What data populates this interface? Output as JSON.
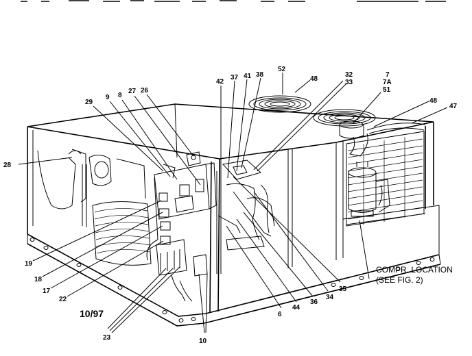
{
  "diagram": {
    "date_code": "10/97",
    "note_line1": "COMPR. LOCATION",
    "note_line2": "(SEE FIG. 2)"
  },
  "parts": [
    {
      "id": "p52",
      "label": "52"
    },
    {
      "id": "p48a",
      "label": "48"
    },
    {
      "id": "p32",
      "label": "32"
    },
    {
      "id": "p33",
      "label": "33"
    },
    {
      "id": "p7",
      "label": "7"
    },
    {
      "id": "p7a",
      "label": "7A"
    },
    {
      "id": "p51",
      "label": "51"
    },
    {
      "id": "p48b",
      "label": "48"
    },
    {
      "id": "p47",
      "label": "47"
    },
    {
      "id": "p42",
      "label": "42"
    },
    {
      "id": "p37",
      "label": "37"
    },
    {
      "id": "p41",
      "label": "41"
    },
    {
      "id": "p38",
      "label": "38"
    },
    {
      "id": "p29",
      "label": "29"
    },
    {
      "id": "p9",
      "label": "9"
    },
    {
      "id": "p8",
      "label": "8"
    },
    {
      "id": "p27",
      "label": "27"
    },
    {
      "id": "p26",
      "label": "26"
    },
    {
      "id": "p28",
      "label": "28"
    },
    {
      "id": "p19",
      "label": "19"
    },
    {
      "id": "p18",
      "label": "18"
    },
    {
      "id": "p17",
      "label": "17"
    },
    {
      "id": "p22",
      "label": "22"
    },
    {
      "id": "p23",
      "label": "23"
    },
    {
      "id": "p10",
      "label": "10"
    },
    {
      "id": "p6",
      "label": "6"
    },
    {
      "id": "p44",
      "label": "44"
    },
    {
      "id": "p36",
      "label": "36"
    },
    {
      "id": "p34",
      "label": "34"
    },
    {
      "id": "p35",
      "label": "35"
    }
  ]
}
